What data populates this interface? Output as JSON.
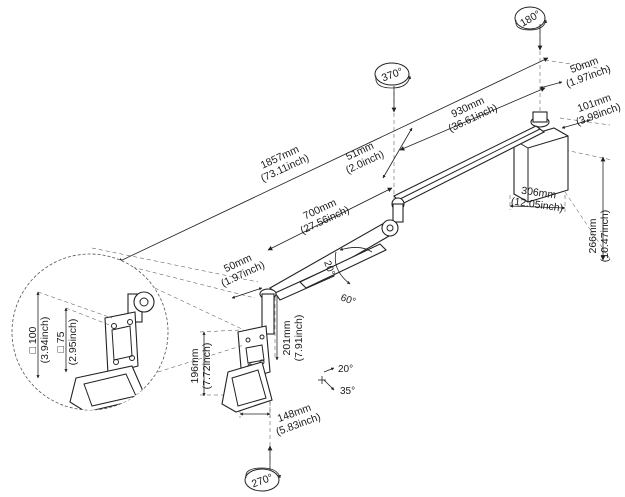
{
  "rotations": [
    {
      "id": "rot-180",
      "label": "180°"
    },
    {
      "id": "rot-370",
      "label": "370°"
    },
    {
      "id": "rot-270",
      "label": "270°"
    }
  ],
  "dimensions": {
    "overall_length": {
      "mm": "1857mm",
      "inch": "(73.11inch)"
    },
    "arm_segment": {
      "mm": "930mm",
      "inch": "(36.61inch)"
    },
    "lower_arm": {
      "mm": "700mm",
      "inch": "(27.56inch)"
    },
    "joint_gap": {
      "mm": "51mm",
      "inch": "(2.0inch)"
    },
    "clamp_offset_top": {
      "mm": "50mm",
      "inch": "(1.97inch)"
    },
    "clamp_depth": {
      "mm": "101mm",
      "inch": "(3.98inch)"
    },
    "clamp_width": {
      "mm": "306mm",
      "inch": "(12.05inch)"
    },
    "clamp_height": {
      "mm": "266mm",
      "inch": "(10.47inch)"
    },
    "head_offset": {
      "mm": "50mm",
      "inch": "(1.97inch)"
    },
    "head_drop": {
      "mm": "201mm",
      "inch": "(7.91inch)"
    },
    "plate_height": {
      "mm": "196mm",
      "inch": "(7.72inch)"
    },
    "plate_width": {
      "mm": "148mm",
      "inch": "(5.83inch)"
    },
    "vesa_100": {
      "mm": "□ 100",
      "inch": "(3.94inch)"
    },
    "vesa_75": {
      "mm": "□ 75",
      "inch": "(2.95inch)"
    }
  },
  "angles": {
    "elbow_up": "20°",
    "elbow_down": "60°",
    "tilt_up": "20°",
    "tilt_down": "35°"
  }
}
